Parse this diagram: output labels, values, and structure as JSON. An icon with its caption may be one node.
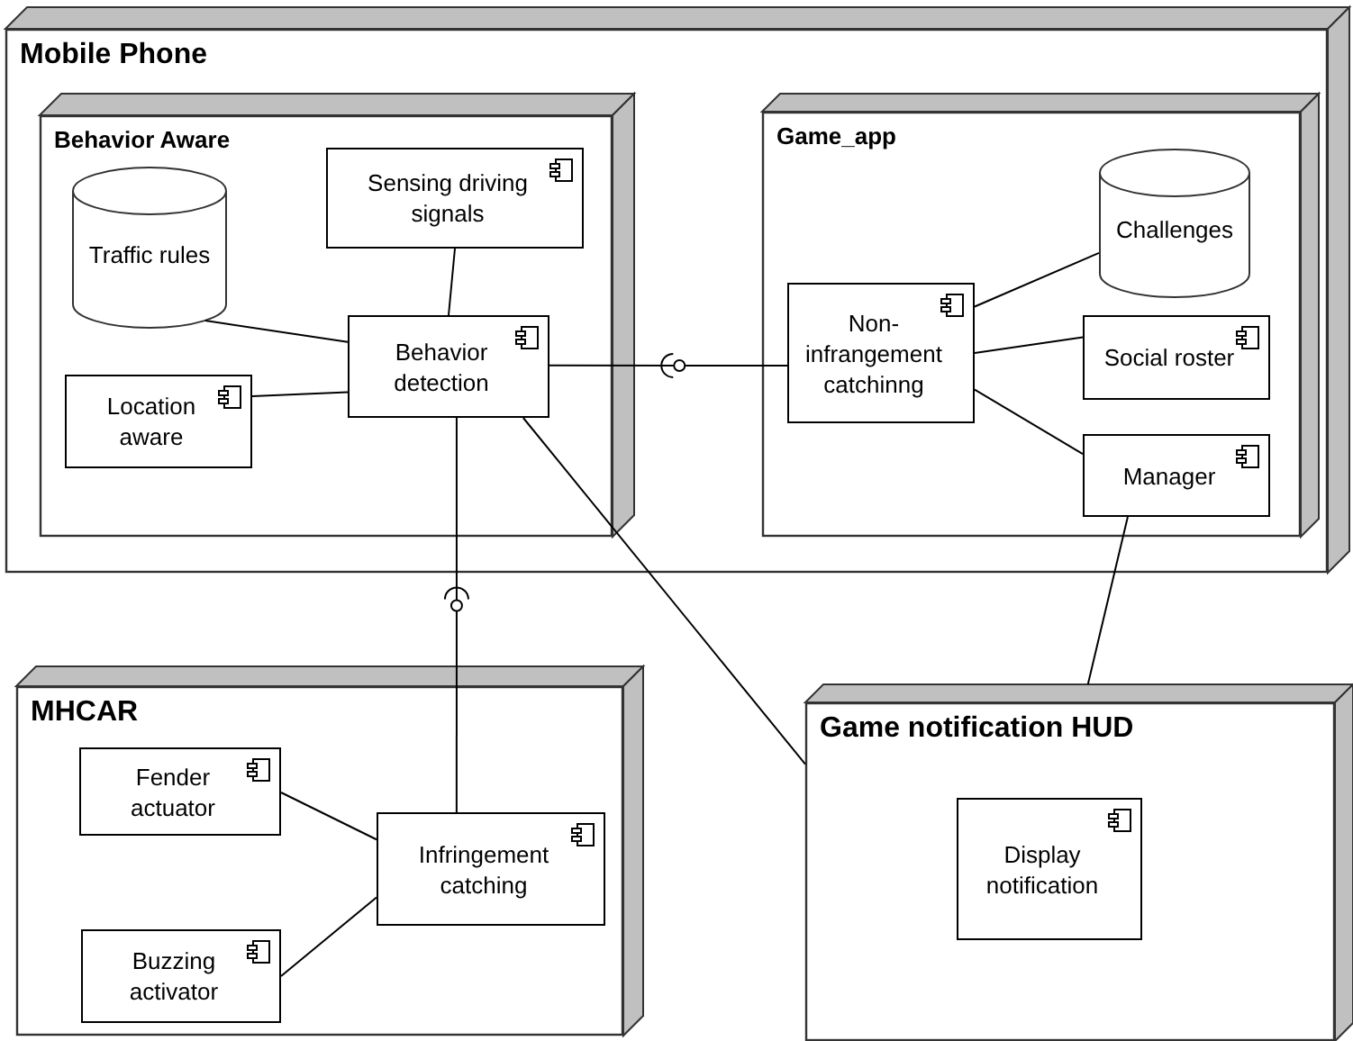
{
  "diagram": {
    "nodes": [
      {
        "text": [
          "Mobile Phone"
        ]
      },
      {
        "text": [
          "Behavior Aware"
        ],
        "in": 0
      },
      {
        "text": [
          "Traffic rules"
        ],
        "in": 1
      },
      {
        "text": [
          "Sensing driving signals"
        ],
        "in": 1
      },
      {
        "text": [
          "Location aware"
        ],
        "in": 1
      },
      {
        "text": [
          "Behavior detection"
        ],
        "in": 1
      },
      {
        "text": [
          "Game_app"
        ],
        "in": 0
      },
      {
        "text": [
          "Non-infrangement catchinng"
        ],
        "in": 6
      },
      {
        "text": [
          "Challenges"
        ],
        "in": 6
      },
      {
        "text": [
          "Social roster"
        ],
        "in": 6
      },
      {
        "text": [
          "Manager"
        ],
        "in": 6
      },
      {
        "text": [
          "MHCAR"
        ]
      },
      {
        "text": [
          "Fender actuator"
        ],
        "in": 11
      },
      {
        "text": [
          "Infringement catching"
        ],
        "in": 11
      },
      {
        "text": [
          "Buzzing activator"
        ],
        "in": 11
      },
      {
        "text": [
          "Game notification HUD"
        ]
      },
      {
        "text": [
          "Display notification"
        ],
        "in": 15
      }
    ],
    "edges": [
      {
        "from": 2,
        "to": 5,
        "arrow": "none"
      },
      {
        "from": 3,
        "to": 5,
        "arrow": "none"
      },
      {
        "from": 4,
        "to": 5,
        "arrow": "none"
      },
      {
        "from": 5,
        "to": 7,
        "arrow": "none"
      },
      {
        "from": 5,
        "to": 13,
        "arrow": "none"
      },
      {
        "from": 5,
        "to": 15,
        "arrow": "none"
      },
      {
        "from": 7,
        "to": 8,
        "arrow": "none"
      },
      {
        "from": 7,
        "to": 9,
        "arrow": "none"
      },
      {
        "from": 7,
        "to": 10,
        "arrow": "none"
      },
      {
        "from": 10,
        "to": 15,
        "arrow": "none"
      },
      {
        "from": 12,
        "to": 13,
        "arrow": "none"
      },
      {
        "from": 14,
        "to": 13,
        "arrow": "none"
      }
    ]
  }
}
